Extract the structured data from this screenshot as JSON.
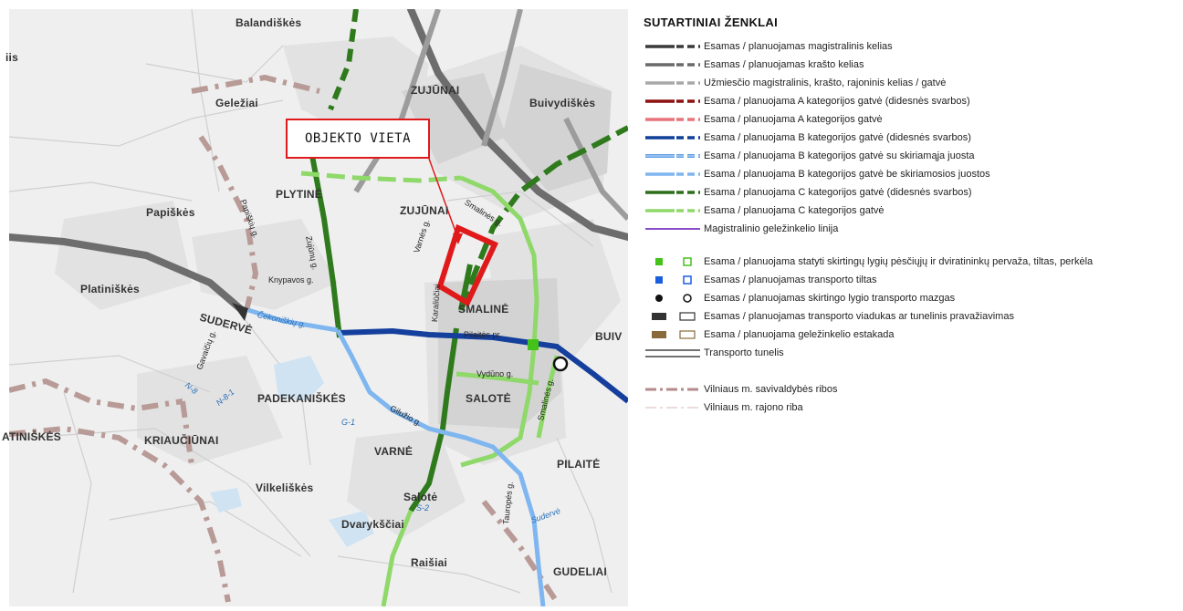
{
  "callout": {
    "label": "OBJEKTO VIETA"
  },
  "places": [
    {
      "key": "balandiskes",
      "label": "Balandiškės"
    },
    {
      "key": "is",
      "label": "iis"
    },
    {
      "key": "geleziai",
      "label": "Geležiai"
    },
    {
      "key": "zujunai_n",
      "label": "ZUJŪNAI"
    },
    {
      "key": "buivydiskes",
      "label": "Buivydiškės"
    },
    {
      "key": "plytine",
      "label": "PLYTINĖ"
    },
    {
      "key": "papiskes",
      "label": "Papiškės"
    },
    {
      "key": "zujunai_s",
      "label": "ZUJŪNAI"
    },
    {
      "key": "platiniskes",
      "label": "Platiniškės"
    },
    {
      "key": "suderve",
      "label": "SUDERVĖ"
    },
    {
      "key": "smaline",
      "label": "SMALINĖ"
    },
    {
      "key": "buiv",
      "label": "BUIV"
    },
    {
      "key": "padekaniskes",
      "label": "PADEKANIŠKĖS"
    },
    {
      "key": "salote",
      "label": "SALOTĖ"
    },
    {
      "key": "atiniskes",
      "label": "ATINIŠKĖS"
    },
    {
      "key": "kriauciunai",
      "label": "KRIAUČIŪNAI"
    },
    {
      "key": "varne",
      "label": "VARNĖ"
    },
    {
      "key": "pilaite",
      "label": "PILAITĖ"
    },
    {
      "key": "vilkeliskes",
      "label": "Vilkeliškės"
    },
    {
      "key": "salote_v",
      "label": "Salotė"
    },
    {
      "key": "dvarykstiai",
      "label": "Dvarykščiai"
    },
    {
      "key": "raisiai",
      "label": "Raišiai"
    },
    {
      "key": "gudeliai",
      "label": "GUDELIAI"
    }
  ],
  "streets": [
    {
      "key": "papiskiu",
      "label": "Papiškių g."
    },
    {
      "key": "zujunu",
      "label": "Zujūnų g."
    },
    {
      "key": "varnes",
      "label": "Varnės g."
    },
    {
      "key": "smalines_n",
      "label": "Smalinės g."
    },
    {
      "key": "knypavos",
      "label": "Knypavos g."
    },
    {
      "key": "cekoniskiu",
      "label": "Čekoniškių g."
    },
    {
      "key": "karaliuciu",
      "label": "Karaliūčiai"
    },
    {
      "key": "pilaites",
      "label": "Pilaitės pr."
    },
    {
      "key": "vyduno",
      "label": "Vydūno g."
    },
    {
      "key": "smalines_s",
      "label": "Smalinės g."
    },
    {
      "key": "gavaiciu",
      "label": "Gavaičių g."
    },
    {
      "key": "gilzio",
      "label": "Gilužio g."
    },
    {
      "key": "tauropes",
      "label": "Tauropės g."
    },
    {
      "key": "suderve_road",
      "label": "Sudervė"
    }
  ],
  "route_labels": [
    {
      "key": "n8",
      "label": "N-8"
    },
    {
      "key": "n81",
      "label": "N-8-1"
    },
    {
      "key": "g1",
      "label": "G-1"
    },
    {
      "key": "s2",
      "label": "S-2"
    }
  ],
  "legend": {
    "title": "SUTARTINIAI ŽENKLAI",
    "items": [
      {
        "symbol": "dash-line",
        "color": "#3a3a3a",
        "label": "Esamas / planuojamas magistralinis kelias"
      },
      {
        "symbol": "dash-line",
        "color": "#6a6a6a",
        "label": "Esamas / planuojamas krašto kelias"
      },
      {
        "symbol": "dash-line",
        "color": "#a8a8a8",
        "label": "Užmiesčio magistralinis, krašto, rajoninis kelias / gatvė"
      },
      {
        "symbol": "dash-line",
        "color": "#8e1010",
        "label": "Esama / planuojama A kategorijos gatvė (didesnės svarbos)"
      },
      {
        "symbol": "dash-line",
        "color": "#e8737a",
        "label": "Esama / planuojama A kategorijos gatvė"
      },
      {
        "symbol": "dash-line",
        "color": "#0e3f99",
        "label": "Esama / planuojama B kategorijos gatvė (didesnės svarbos)"
      },
      {
        "symbol": "dash-line-stripe",
        "color": "#2a7fdc",
        "label": "Esama / planuojama B kategorijos gatvė su skiriamąja juosta"
      },
      {
        "symbol": "dash-line",
        "color": "#7fb6f0",
        "label": "Esama / planuojama B kategorijos gatvė be skiriamosios juostos"
      },
      {
        "symbol": "dash-line",
        "color": "#2c6e1a",
        "label": "Esama / planuojama C kategorijos gatvė (didesnės svarbos)"
      },
      {
        "symbol": "dash-line",
        "color": "#8fd86a",
        "label": "Esama / planuojama C kategorijos gatvė"
      },
      {
        "symbol": "solid-line",
        "color": "#8a4fc8",
        "label": "Magistralinio geležinkelio linija"
      },
      {
        "symbol": "square-pair",
        "color": "#45c21a",
        "label": "Esama / planuojama statyti skirtingų lygių pėsčiųjų ir dviratininkų pervaža, tiltas, perkėla"
      },
      {
        "symbol": "square-pair",
        "color": "#1b5de0",
        "label": "Esamas / planuojamas transporto tiltas"
      },
      {
        "symbol": "circle-pair",
        "color": "#111111",
        "label": "Esamas / planuojamas skirtingo lygio transporto mazgas"
      },
      {
        "symbol": "rect-pair",
        "color": "#333333",
        "label": "Esamas / planuojamas transporto viadukas ar tunelinis pravažiavimas"
      },
      {
        "symbol": "rect-pair",
        "color": "#8a6a3a",
        "label": "Esama / planuojama geležinkelio estakada"
      },
      {
        "symbol": "double-line",
        "color": "#444444",
        "label": "Transporto tunelis"
      },
      {
        "symbol": "dashdot-line",
        "color": "#b48a8a",
        "label": "Vilniaus m. savivaldybės ribos"
      },
      {
        "symbol": "dashdot-thin",
        "color": "#e6cfcf",
        "label": "Vilniaus m. rajono riba"
      }
    ]
  }
}
